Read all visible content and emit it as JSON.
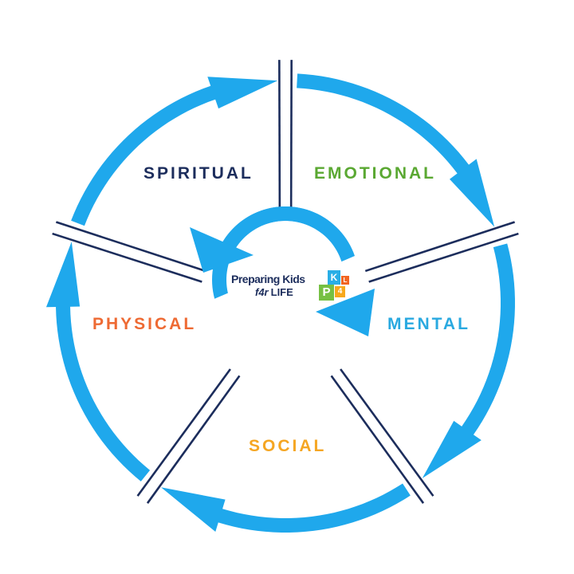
{
  "diagram": {
    "segments": [
      {
        "id": "spiritual",
        "label": "SPIRITUAL",
        "color": "#1c2d5c"
      },
      {
        "id": "emotional",
        "label": "EMOTIONAL",
        "color": "#5aa832"
      },
      {
        "id": "mental",
        "label": "MENTAL",
        "color": "#29a9e0"
      },
      {
        "id": "social",
        "label": "SOCIAL",
        "color": "#f5a623"
      },
      {
        "id": "physical",
        "label": "PHYSICAL",
        "color": "#ee6a33"
      }
    ],
    "arrow_color": "#1fa8ec",
    "divider_color": "#1c2d5c"
  },
  "logo": {
    "line1": "Preparing Kids",
    "line2_prefix": "f4r",
    "line2_suffix": "LIFE",
    "blocks": {
      "p": "P",
      "k": "K",
      "four": "4",
      "l": "L"
    }
  }
}
